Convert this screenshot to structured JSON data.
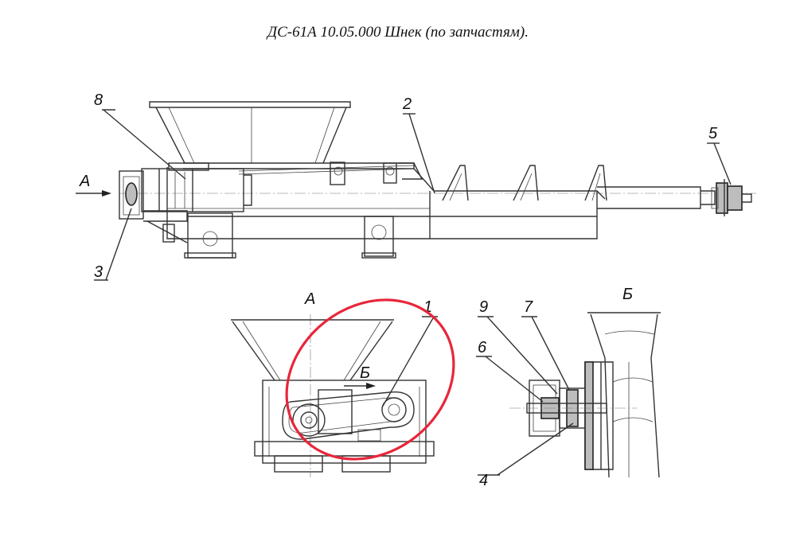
{
  "title": "ДС-61А 10.05.000 Шнек (по запчастям).",
  "views": {
    "main_arrow": "А",
    "view_a": "А",
    "view_b": "Б",
    "section_b_arrow": "Б"
  },
  "callouts": [
    {
      "id": "1",
      "label": "1"
    },
    {
      "id": "2",
      "label": "2"
    },
    {
      "id": "3",
      "label": "3"
    },
    {
      "id": "4",
      "label": "4"
    },
    {
      "id": "5",
      "label": "5"
    },
    {
      "id": "6",
      "label": "6"
    },
    {
      "id": "7",
      "label": "7"
    },
    {
      "id": "8",
      "label": "8"
    },
    {
      "id": "9",
      "label": "9"
    }
  ],
  "highlight_color": "#e8263a"
}
